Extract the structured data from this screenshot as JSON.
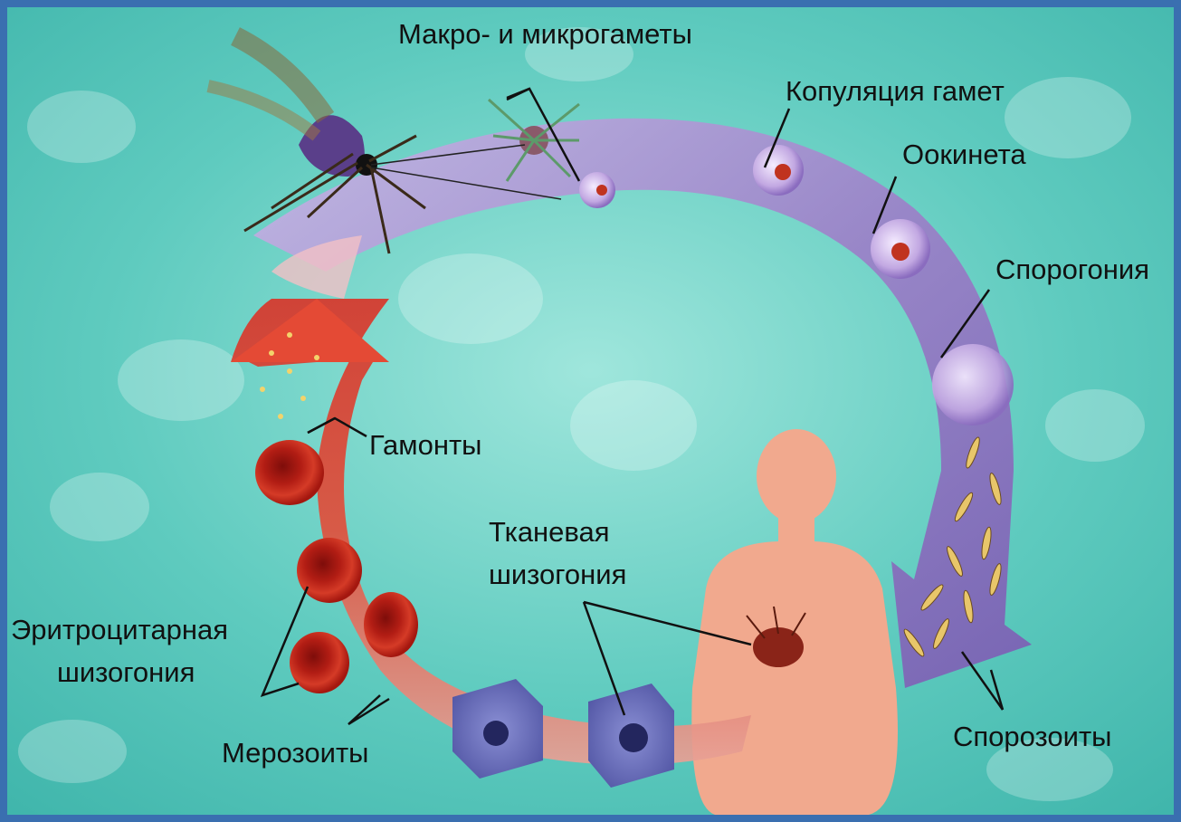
{
  "labels": {
    "gametes": "Макро- и микрогаметы",
    "copulation": "Копуляция гамет",
    "ookinete": "Оокинета",
    "sporogony": "Спорогония",
    "gamonts": "Гамонты",
    "tissue_schizogony_1": "Тканевая",
    "tissue_schizogony_2": "шизогония",
    "ery_schizogony_1": "Эритроцитарная",
    "ery_schizogony_2": "шизогония",
    "merozoites": "Мерозоиты",
    "sporozoites": "Спорозоиты"
  },
  "colors": {
    "frame": "#3a6fb0",
    "background": "#5cc8bd",
    "purple_arc": "#9a7fc4",
    "red_arc": "#e0503c",
    "human": "#f1a98e",
    "erythrocyte": "#c4281c"
  }
}
